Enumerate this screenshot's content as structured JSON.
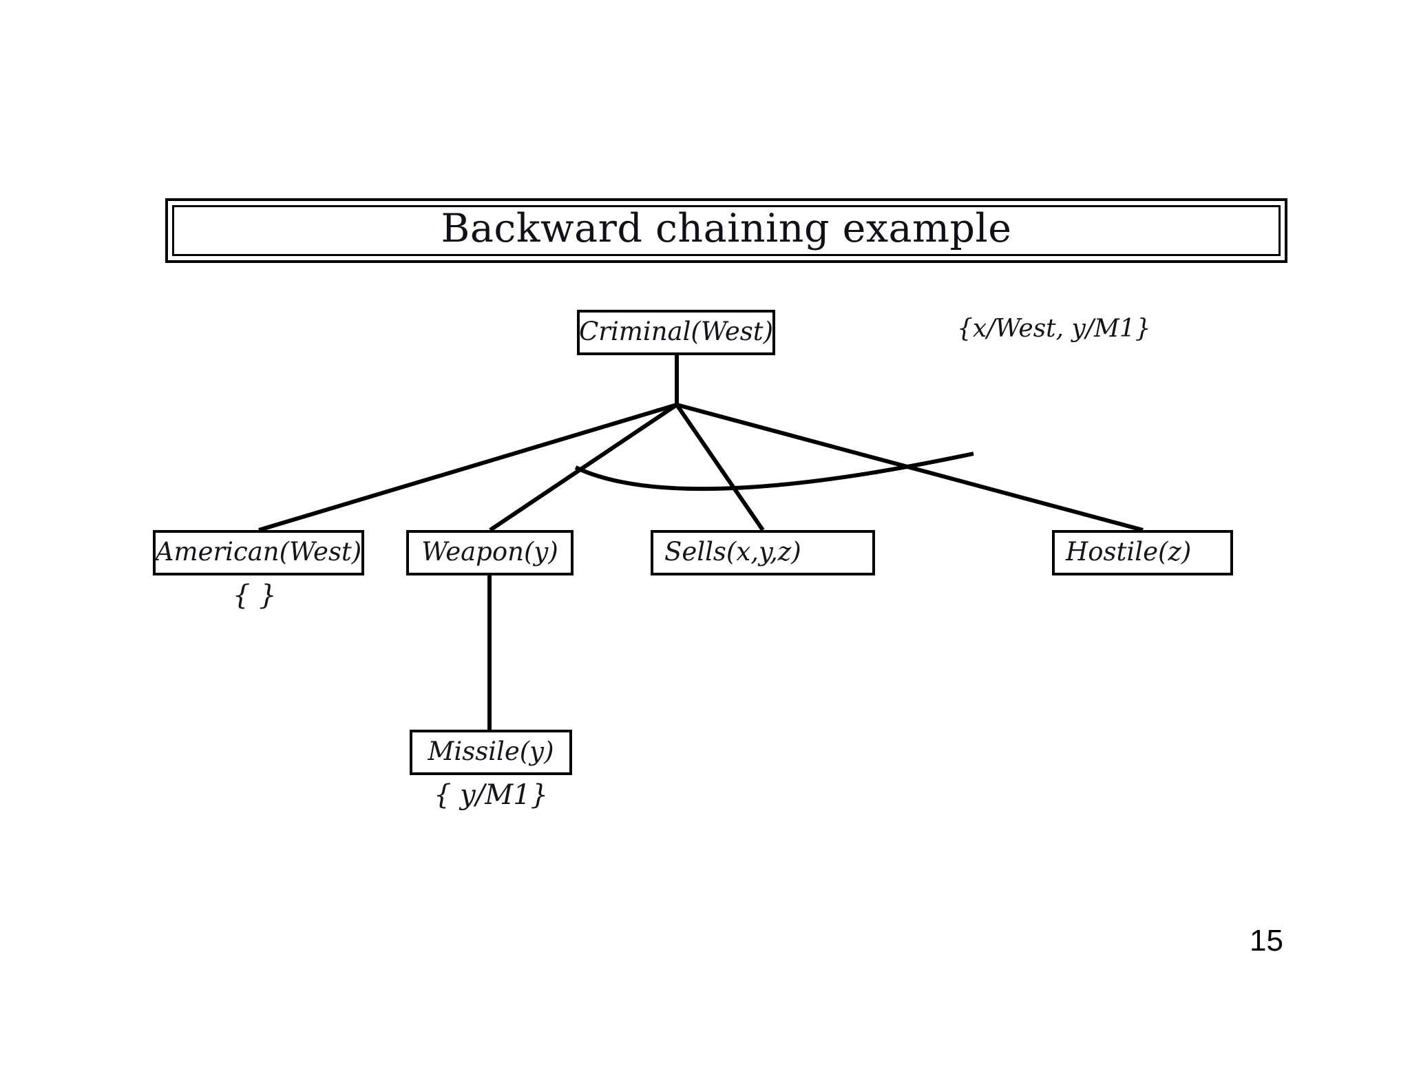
{
  "slide": {
    "title": "Backward chaining example",
    "page_number": "15",
    "ink_color": "#15131c",
    "background_color": "#ffffff"
  },
  "proof_tree": {
    "root": {
      "id": "criminal",
      "label": "Criminal(West)",
      "substitution": "{x/West, y/M1}"
    },
    "conjunct_children": [
      {
        "id": "american",
        "label": "American(West)",
        "substitution": "{ }"
      },
      {
        "id": "weapon",
        "label": "Weapon(y)",
        "substitution": ""
      },
      {
        "id": "sells",
        "label": "Sells(x,y,z)",
        "substitution": ""
      },
      {
        "id": "hostile",
        "label": "Hostile(z)",
        "substitution": ""
      }
    ],
    "weapon_children": [
      {
        "id": "missile",
        "label": "Missile(y)",
        "substitution": "{ y/M1}"
      }
    ],
    "and_connector": "and-arc"
  }
}
